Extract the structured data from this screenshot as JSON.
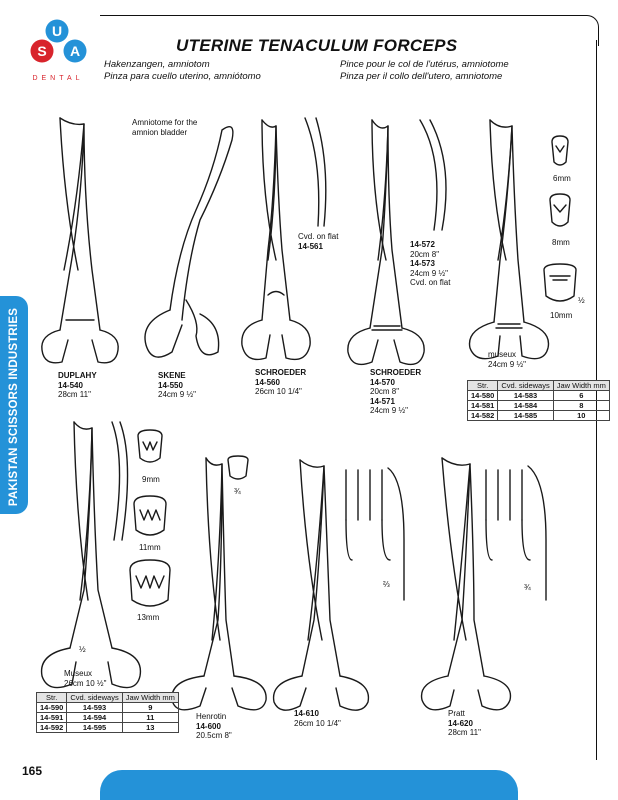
{
  "header": {
    "title": "UTERINE TENACULUM FORCEPS",
    "subtitles": [
      "Hakenzangen, amniotom",
      "Pinza para cuello uterino, amniótomo",
      "Pince pour le col de l'utérus, amniotome",
      "Pinza per il collo dell'utero, amniotome"
    ]
  },
  "logo": {
    "letters": [
      "U",
      "S",
      "A"
    ],
    "word": "DENTAL"
  },
  "side_tab": {
    "text": "PAKISTAN SCISSORS INDUSTRIES"
  },
  "page_number": "165",
  "products": [
    {
      "lines": [
        "DUPLAHY",
        "14-540",
        "28cm 11\""
      ]
    },
    {
      "lines": [
        "SKENE",
        "14-550",
        "24cm 9 ½\""
      ]
    },
    {
      "lines": [
        "SCHROEDER",
        "14-560",
        "26cm 10 1/4\""
      ]
    },
    {
      "lines": [
        "SCHROEDER",
        "14-570",
        "20cm 8\"",
        "14-571",
        "24cm 9 ½\""
      ]
    },
    {
      "lines": [
        "Cvd. on flat",
        "14-561"
      ]
    },
    {
      "lines": [
        "14-572",
        "20cm 8\"",
        "14-573",
        "24cm 9 ½\"",
        "Cvd. on flat"
      ]
    },
    {
      "lines": [
        "museux",
        "24cm 9 ½\""
      ]
    },
    {
      "lines": [
        "Museux",
        "26cm 10 ½\""
      ]
    },
    {
      "lines": [
        "Henrotin",
        "14-600",
        "20.5cm  8\""
      ]
    },
    {
      "lines": [
        "14-610",
        "26cm 10 1/4\""
      ]
    },
    {
      "lines": [
        "Pratt",
        "14-620",
        "28cm 11\""
      ]
    }
  ],
  "annotations": {
    "amniotome": "Amniotome for the amnion bladder",
    "jaw_6": "6mm",
    "jaw_8": "8mm",
    "jaw_10": "10mm",
    "jaw_9": "9mm",
    "jaw_11": "11mm",
    "jaw_13": "13mm",
    "scale_1": "½",
    "scale_2": "½",
    "scale_3": "¾",
    "scale_4": "⅔",
    "scale_5": "¾"
  },
  "table_a": {
    "headers": [
      "Str.",
      "Cvd. sideways",
      "Jaw Width mm"
    ],
    "rows": [
      [
        "14-580",
        "14-583",
        "6"
      ],
      [
        "14-581",
        "14-584",
        "8"
      ],
      [
        "14-582",
        "14-585",
        "10"
      ]
    ]
  },
  "table_b": {
    "headers": [
      "Str.",
      "Cvd. sideways",
      "Jaw Width mm"
    ],
    "rows": [
      [
        "14-590",
        "14-593",
        "9"
      ],
      [
        "14-591",
        "14-594",
        "11"
      ],
      [
        "14-592",
        "14-595",
        "13"
      ]
    ]
  },
  "colors": {
    "accent_blue": "#2492d8",
    "logo_red": "#d8242c",
    "ink": "#111111"
  }
}
